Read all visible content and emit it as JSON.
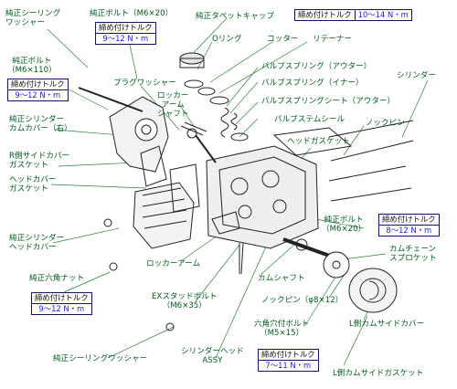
{
  "colors": {
    "label": "#005a1e",
    "torque_border": "#10136b",
    "torque_value": "#1c1fd8",
    "leader": "#2f7d3e"
  },
  "torque_heading": "締め付けトルク",
  "labels": {
    "seal_washer_top": "純正シーリング\nワッシャー",
    "bolt_m6x20_top": "純正ボルト（M6×20）",
    "tappet_cap": "純正タペットキャップ",
    "o_ring": "Oリング",
    "cotter": "コッター",
    "retainer": "リテーナー",
    "spring_outer": "バルブスプリング（アウター）",
    "spring_inner": "バルブスプリング（イナー）",
    "spring_seat": "バルブスプリングシート（アウター）",
    "stem_seal": "バルブステムシール",
    "cylinder": "シリンダー",
    "knock_pin_right": "ノックピン",
    "head_gasket": "ヘッドガスケット",
    "bolt_m6x110": "純正ボルト\n（M6×110）",
    "plug_washer": "プラグワッシャー",
    "rocker_shaft": "ロッカー\nアーム\nシャフト",
    "cam_cover_right": "純正シリンダー\nカムカバー（右）",
    "r_side_gasket": "R側サイドカバー\nガスケット",
    "head_cover_gasket": "ヘッドカバー\nガスケット",
    "bolt_m6x20_right": "純正ボルト\n（M6×20）",
    "head_cover": "純正シリンダー\nヘッドカバー",
    "cam_chain_sprocket": "カムチェーン\nスプロケット",
    "rocker_arm": "ロッカーアーム",
    "camshaft": "カムシャフト",
    "hex_nut": "純正六角ナット",
    "ex_stud": "EXスタッドボルト\n（M6×35）",
    "knock_pin_bottom": "ノックピン（φ8×12）",
    "hex_socket_bolt": "六角穴付ボルト\n（M5×15）",
    "l_cam_cover": "L側カムサイドカバー",
    "seal_washer_bottom": "純正シーリングワッシャー",
    "cylinder_head_assy": "シリンダーヘッド\nASSY",
    "l_cam_gasket": "L側カムサイドガスケット"
  },
  "torques": {
    "tappet_cap": "10～14 N・m",
    "bolt_m6x20_top": "9～12 N・m",
    "bolt_m6x110": "9～12 N・m",
    "bolt_m6x20_right": "8～12 N・m",
    "hex_nut": "9～12 N・m",
    "hex_socket_bolt": "7～11 N・m"
  }
}
